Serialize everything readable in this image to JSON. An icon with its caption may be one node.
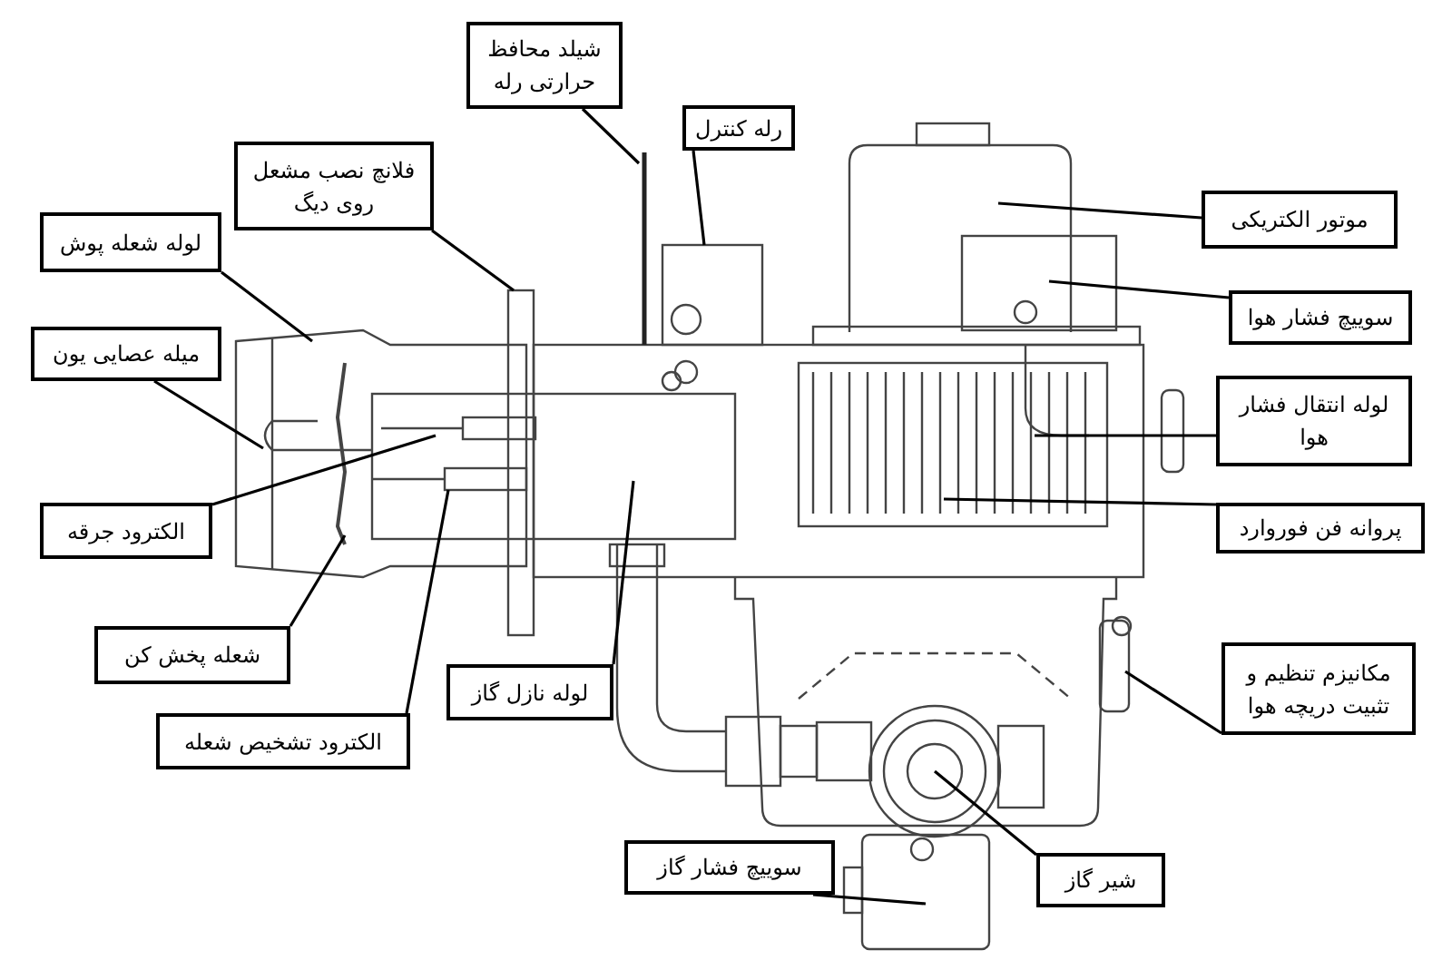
{
  "diagram": {
    "nodes": [
      {
        "text": [
          "شیلد محافظ حرارتی رله"
        ]
      },
      {
        "text": [
          "رله کنترل"
        ]
      },
      {
        "text": [
          "فلانچ نصب مشعل روی دیگ"
        ]
      },
      {
        "text": [
          "لوله شعله پوش"
        ]
      },
      {
        "text": [
          "میله عصایی یون"
        ]
      },
      {
        "text": [
          "الکترود جرقه"
        ]
      },
      {
        "text": [
          "شعله پخش کن"
        ]
      },
      {
        "text": [
          "الکترود تشخیص شعله"
        ]
      },
      {
        "text": [
          "لوله نازل گاز"
        ]
      },
      {
        "text": [
          "سوییچ فشار گاز"
        ]
      },
      {
        "text": [
          "شیر گاز"
        ]
      },
      {
        "text": [
          "مکانیزم تنظیم و تثبیت دریچه هوا"
        ]
      },
      {
        "text": [
          "پروانه فن فوروارد"
        ]
      },
      {
        "text": [
          "لوله انتقال فشار هوا"
        ]
      },
      {
        "text": [
          "سوییچ فشار هوا"
        ]
      },
      {
        "text": [
          "موتور الکتریکی"
        ]
      }
    ],
    "edges": [
      {
        "from": 0,
        "to": null,
        "arrow": "none"
      },
      {
        "from": 1,
        "to": null,
        "arrow": "none"
      },
      {
        "from": 2,
        "to": null,
        "arrow": "none"
      },
      {
        "from": 3,
        "to": null,
        "arrow": "none"
      },
      {
        "from": 4,
        "to": null,
        "arrow": "none"
      },
      {
        "from": 5,
        "to": null,
        "arrow": "none"
      },
      {
        "from": 6,
        "to": null,
        "arrow": "none"
      },
      {
        "from": 7,
        "to": null,
        "arrow": "none"
      },
      {
        "from": 8,
        "to": null,
        "arrow": "none"
      },
      {
        "from": 9,
        "to": null,
        "arrow": "none"
      },
      {
        "from": 10,
        "to": null,
        "arrow": "none"
      },
      {
        "from": 11,
        "to": null,
        "arrow": "none"
      },
      {
        "from": 12,
        "to": null,
        "arrow": "none"
      },
      {
        "from": 13,
        "to": null,
        "arrow": "none"
      },
      {
        "from": 14,
        "to": null,
        "arrow": "none"
      },
      {
        "from": 15,
        "to": null,
        "arrow": "none"
      }
    ]
  }
}
